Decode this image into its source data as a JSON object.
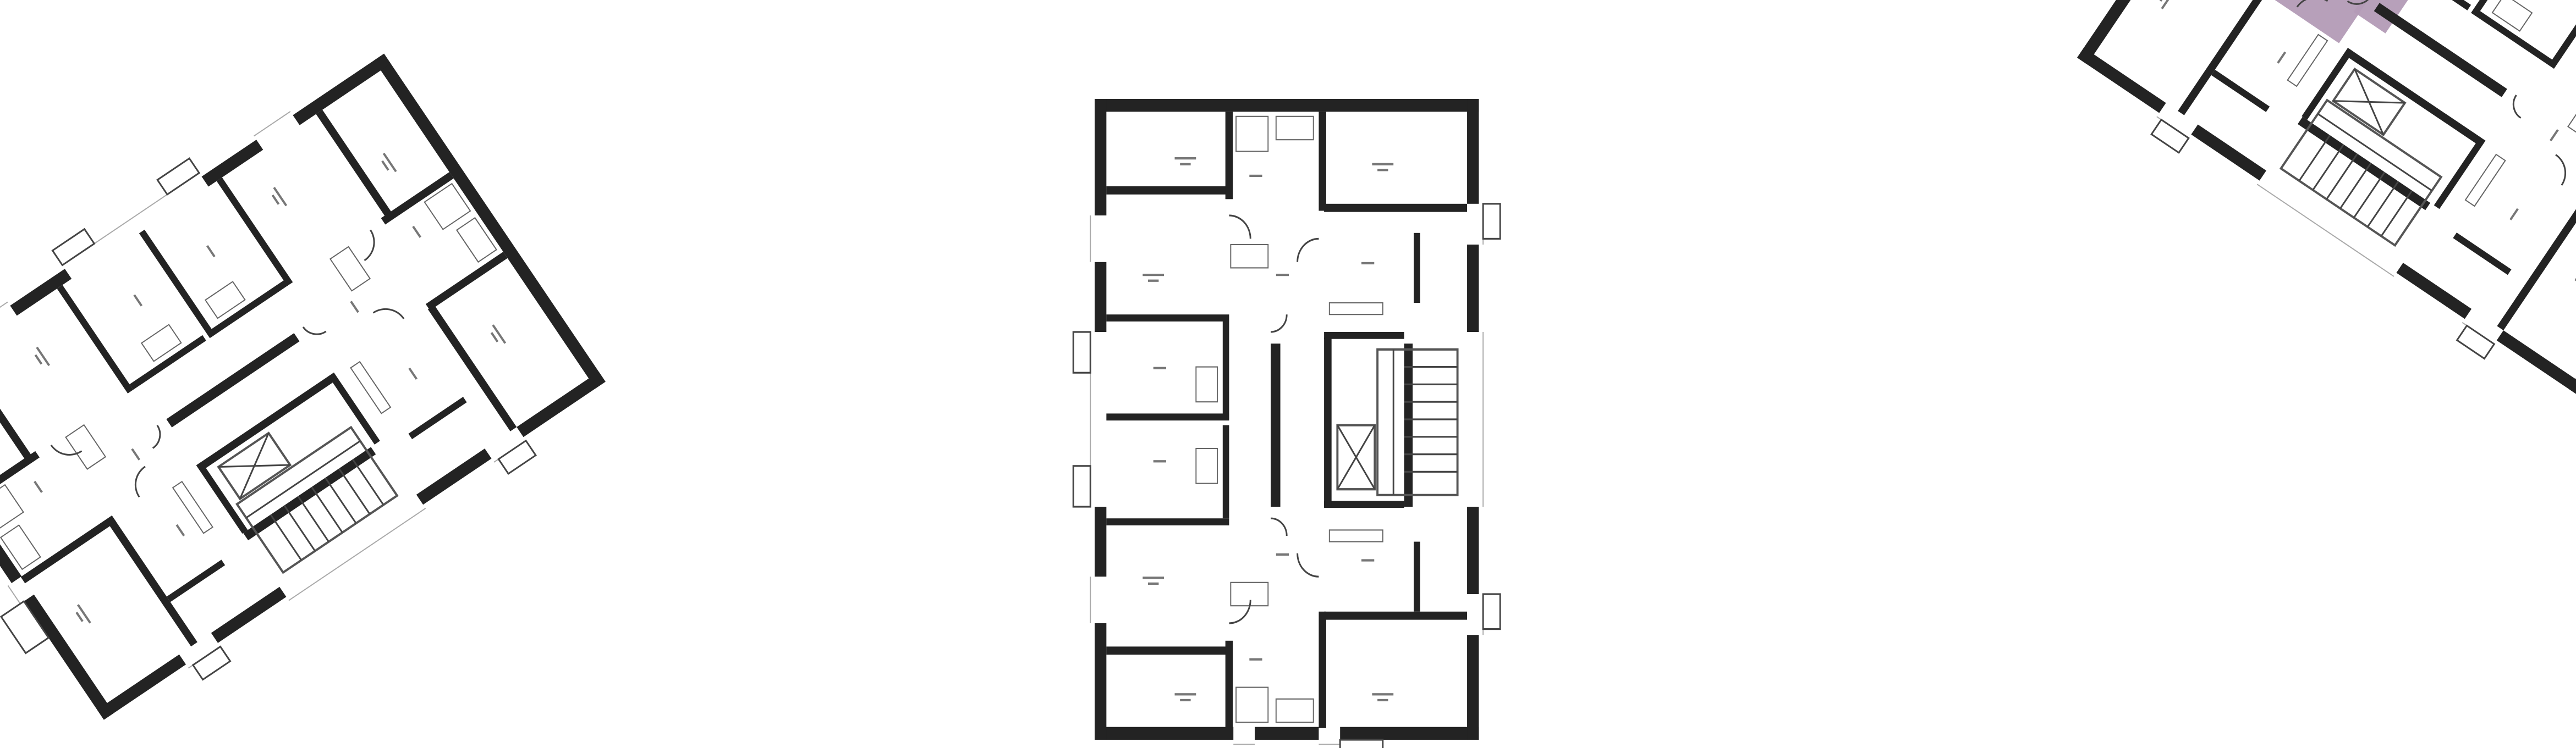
{
  "colors": {
    "wall": "#232323",
    "highlight_apartment": "#b39bb6",
    "background": "#ffffff"
  },
  "plans": [
    {
      "id": "left",
      "orientation": "rotated-counterclockwise"
    },
    {
      "id": "center",
      "orientation": "upright"
    },
    {
      "id": "right",
      "orientation": "rotated-clockwise",
      "highlighted_unit": true
    }
  ]
}
